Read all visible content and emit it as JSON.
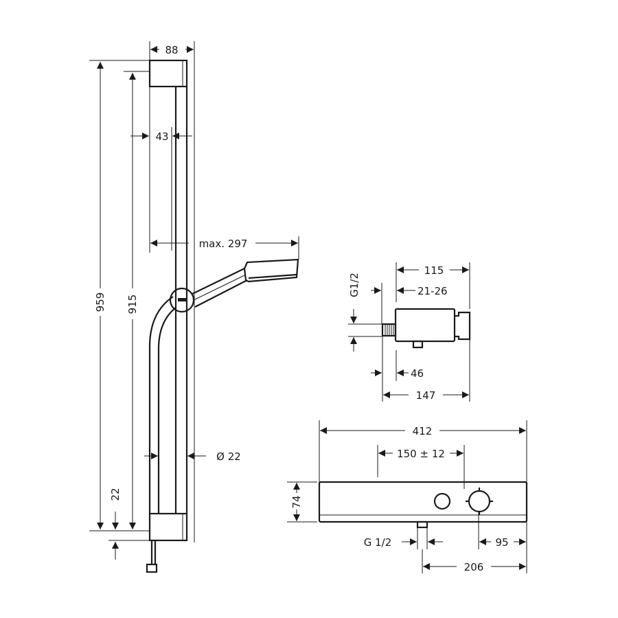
{
  "rail_set": {
    "width": "88",
    "total_height": "959",
    "rail_height": "915",
    "rail_offset": "43",
    "reach": "max. 297",
    "hose_diameter": "Ø 22",
    "bottom_offset": "22"
  },
  "wall_outlet": {
    "length": "115",
    "wall_range": "21-26",
    "thread": "G1/2",
    "depth": "46",
    "total_length": "147"
  },
  "thermostat": {
    "width": "412",
    "centre_distance": "150 ± 12",
    "height": "74",
    "thread": "G 1/2",
    "knob_offset": "95",
    "outlet_offset": "206"
  },
  "colors": {
    "line": "#1a1a1a",
    "background": "#ffffff"
  }
}
